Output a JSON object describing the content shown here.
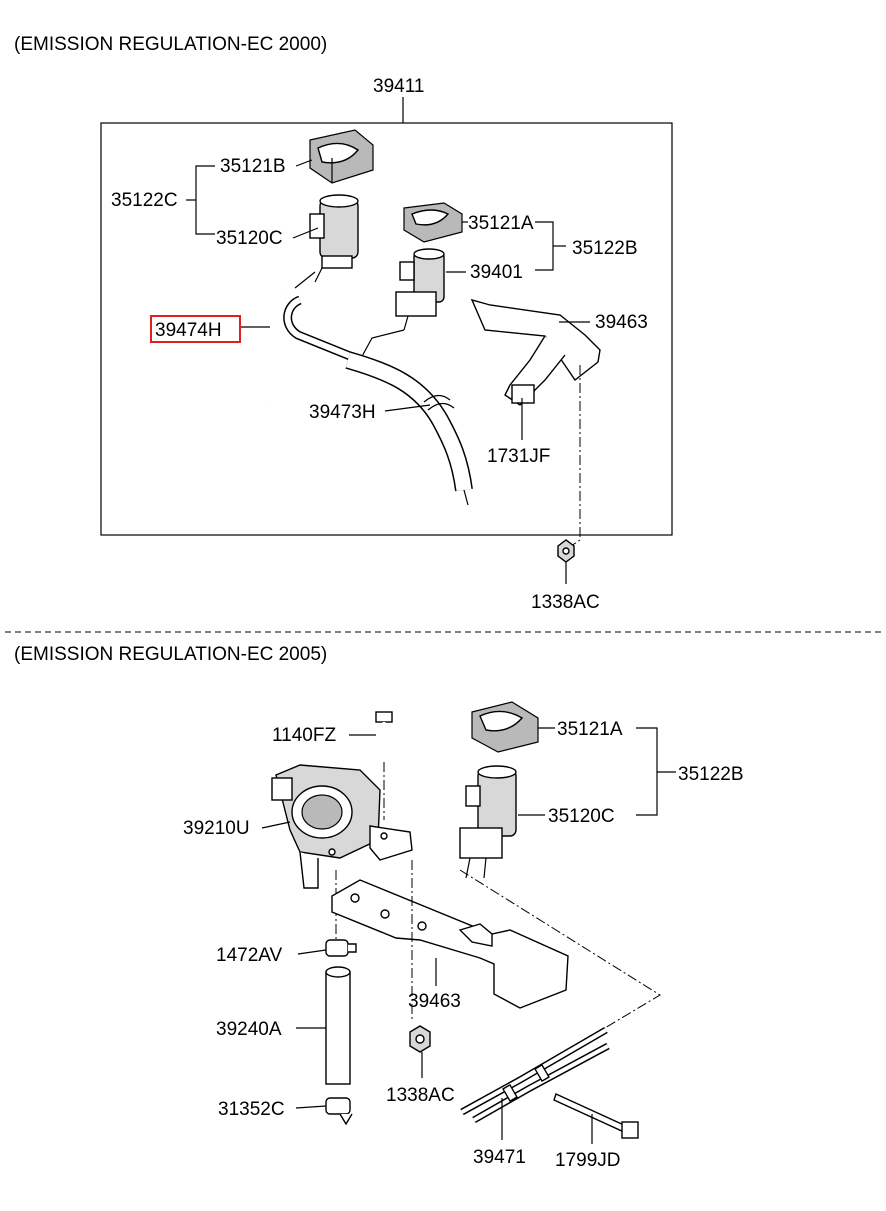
{
  "sections": [
    {
      "title": "(EMISSION REGULATION-EC 2000)"
    },
    {
      "title": "(EMISSION REGULATION-EC 2005)"
    }
  ],
  "labels_2000": {
    "assy": "39411",
    "c35121B": "35121B",
    "c35122C": "35122C",
    "c35120C": "35120C",
    "c35121A": "35121A",
    "c35122B": "35122B",
    "c39401": "39401",
    "c39474H": "39474H",
    "c39463": "39463",
    "c39473H": "39473H",
    "c1731JF": "1731JF",
    "c1338AC": "1338AC"
  },
  "labels_2005": {
    "c1140FZ": "1140FZ",
    "c35121A": "35121A",
    "c35122B": "35122B",
    "c39210U": "39210U",
    "c35120C": "35120C",
    "c1472AV": "1472AV",
    "c39463": "39463",
    "c39240A": "39240A",
    "c1338AC": "1338AC",
    "c31352C": "31352C",
    "c39471": "39471",
    "c1799JD": "1799JD"
  },
  "highlight": {
    "label": "39474H",
    "color": "#e02020"
  }
}
